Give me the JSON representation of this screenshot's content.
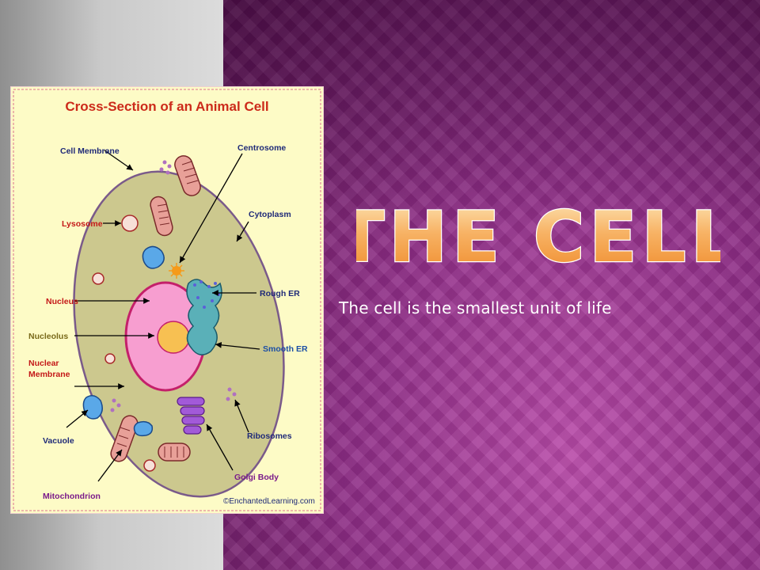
{
  "slide": {
    "title": "THE CELL",
    "subtitle": "The cell is the smallest unit of life"
  },
  "diagram": {
    "title": "Cross-Section of an Animal Cell",
    "credit": "©EnchantedLearning.com",
    "labels": {
      "cell_membrane": "Cell Membrane",
      "lysosome": "Lysosome",
      "nucleus": "Nucleus",
      "nucleolus": "Nucleolus",
      "nuclear_line1": "Nuclear",
      "nuclear_line2": "Membrane",
      "vacuole": "Vacuole",
      "mitochondrion": "Mitochondrion",
      "centrosome": "Centrosome",
      "cytoplasm": "Cytoplasm",
      "rough_er": "Rough ER",
      "smooth_er": "Smooth ER",
      "ribosomes": "Ribosomes",
      "golgi_body": "Golgi Body"
    }
  },
  "colors": {
    "title_orange": "#f29a3a",
    "diagram_title_red": "#cc2a1a",
    "label_navy": "#1f2a78",
    "label_red": "#c41818",
    "label_olive": "#7a6a1a",
    "label_purple": "#7a1a8a",
    "label_blue": "#1c4fa5"
  }
}
